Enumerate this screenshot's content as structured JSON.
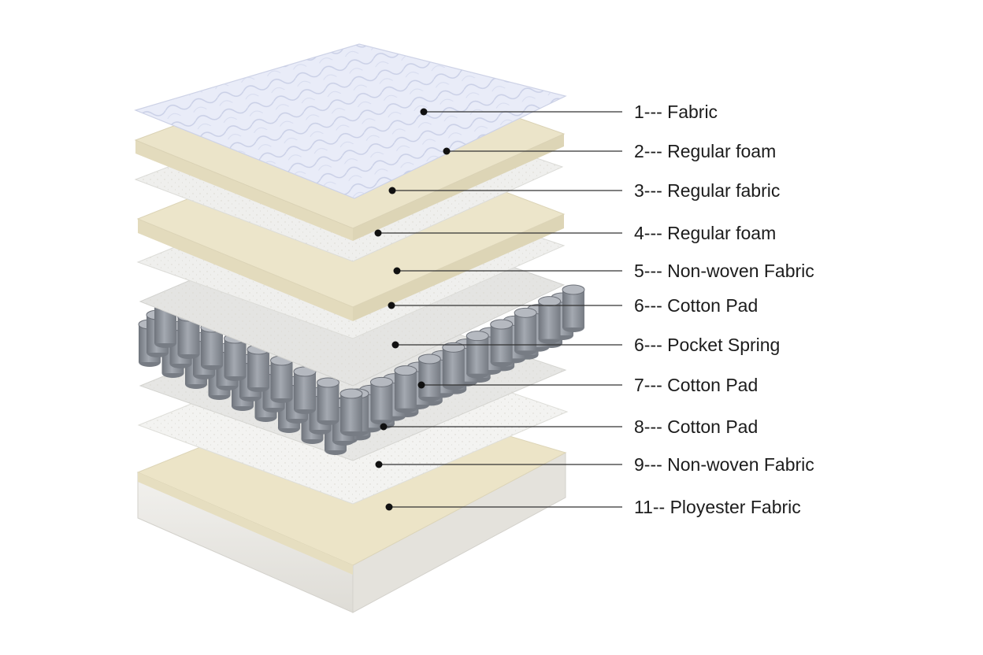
{
  "diagram": {
    "labels": [
      {
        "text": "1--- Fabric"
      },
      {
        "text": "2--- Regular foam"
      },
      {
        "text": "3--- Regular fabric"
      },
      {
        "text": "4--- Regular foam"
      },
      {
        "text": "5--- Non-woven Fabric"
      },
      {
        "text": "6--- Cotton Pad"
      },
      {
        "text": "6--- Pocket Spring"
      },
      {
        "text": "7--- Cotton Pad"
      },
      {
        "text": "8--- Cotton Pad"
      },
      {
        "text": "9--- Non-woven Fabric"
      },
      {
        "text": "11-- Ployester Fabric"
      }
    ]
  },
  "colors": {
    "fabric_top": "#e8ebf8",
    "foam": "#ebe4c9",
    "fabric_sheet": "#efefed",
    "spring": "#8e939b",
    "base_side": "#ecebe7",
    "leader_line": "#333333"
  }
}
